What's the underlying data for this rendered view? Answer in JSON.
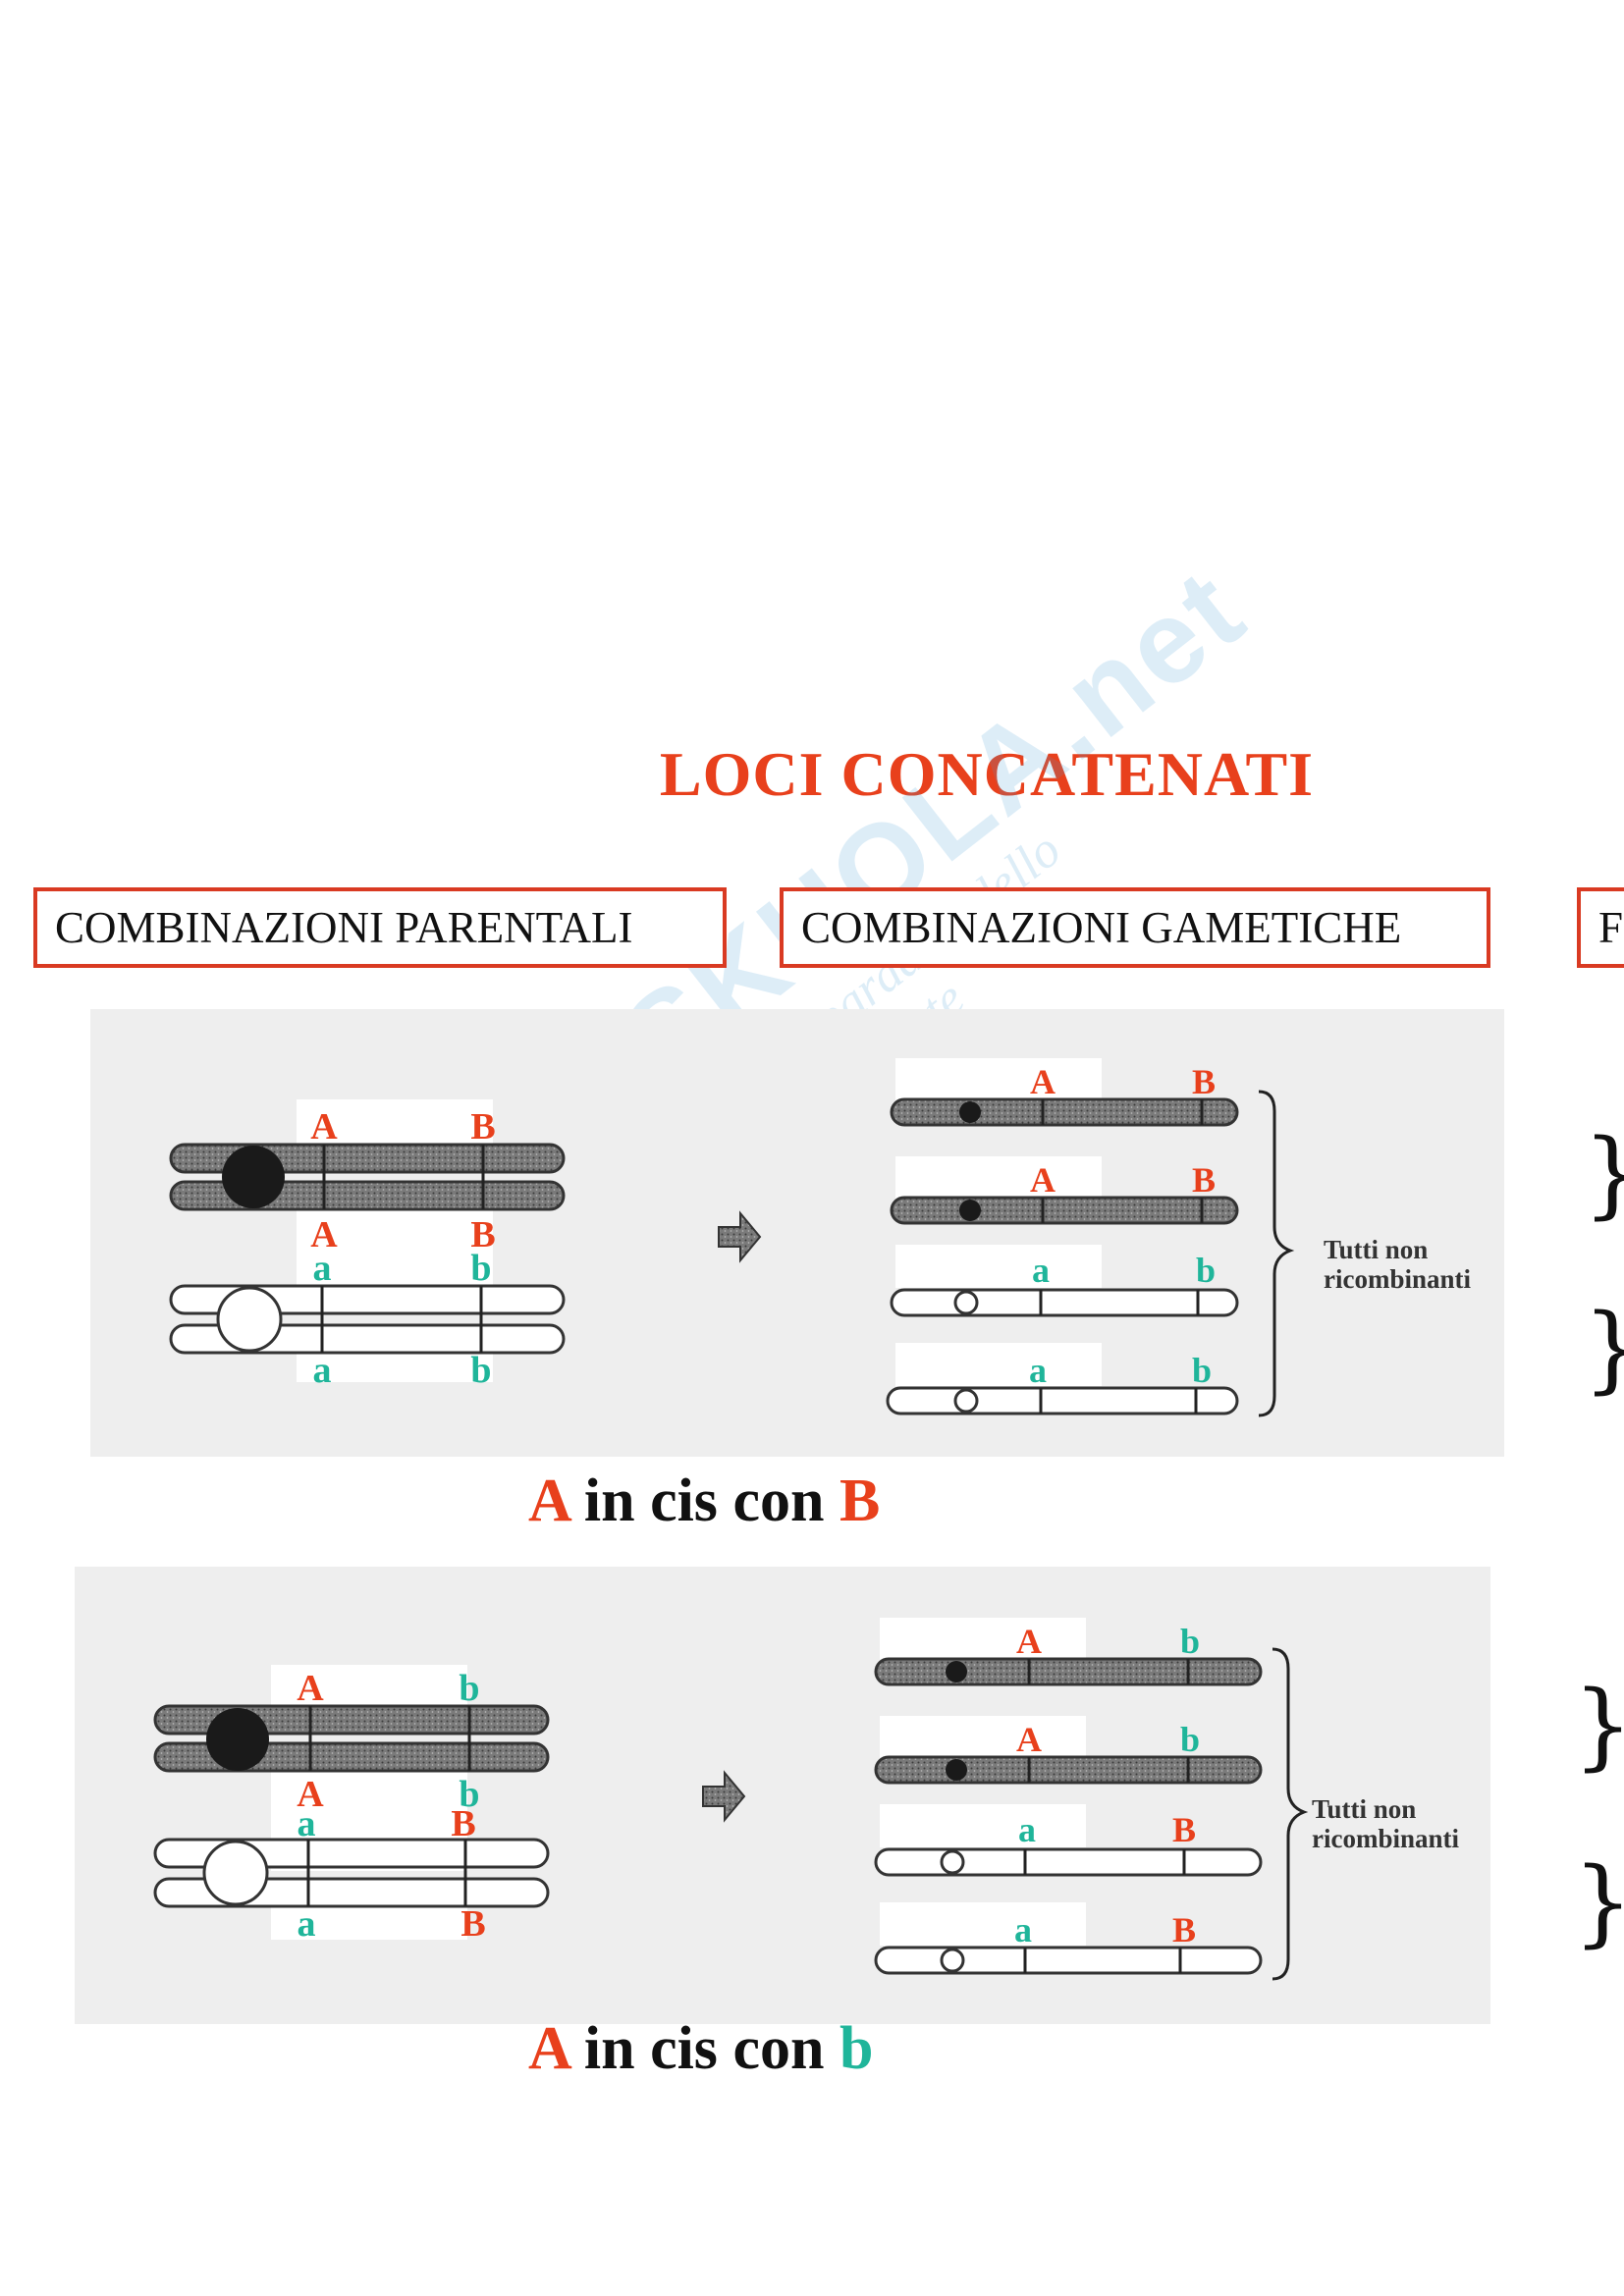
{
  "title": "LOCI CONCATENATI",
  "headers": [
    "COMBINAZIONI PARENTALI",
    "COMBINAZIONI GAMETICHE",
    "F"
  ],
  "watermark": {
    "main": "SKUOLA.net",
    "sub": "il paradiso dello studente"
  },
  "colors": {
    "accent_red": "#e8401c",
    "teal": "#1fb59a",
    "header_border": "#d93a22"
  },
  "panels": [
    {
      "parent_top": [
        "A",
        "B"
      ],
      "parent_mid": [
        "A",
        "B"
      ],
      "parent_low_top": [
        "a",
        "b"
      ],
      "parent_low_bottom": [
        "a",
        "b"
      ],
      "gametes": [
        [
          "A",
          "B"
        ],
        [
          "A",
          "B"
        ],
        [
          "a",
          "b"
        ],
        [
          "a",
          "b"
        ]
      ],
      "note_line1": "Tutti non",
      "note_line2": "ricombinanti",
      "caption": {
        "l1": "A",
        "mid": " in cis con ",
        "l2": "B"
      }
    },
    {
      "parent_top": [
        "A",
        "b"
      ],
      "parent_mid": [
        "A",
        "b"
      ],
      "parent_low_top": [
        "a",
        "B"
      ],
      "parent_low_bottom": [
        "a",
        "B"
      ],
      "gametes": [
        [
          "A",
          "b"
        ],
        [
          "A",
          "b"
        ],
        [
          "a",
          "B"
        ],
        [
          "a",
          "B"
        ]
      ],
      "note_line1": "Tutti non",
      "note_line2": "ricombinanti",
      "caption": {
        "l1": "A",
        "mid": " in cis con ",
        "l2": "b"
      }
    }
  ],
  "braces": [
    "}",
    "}",
    "}",
    "}"
  ]
}
